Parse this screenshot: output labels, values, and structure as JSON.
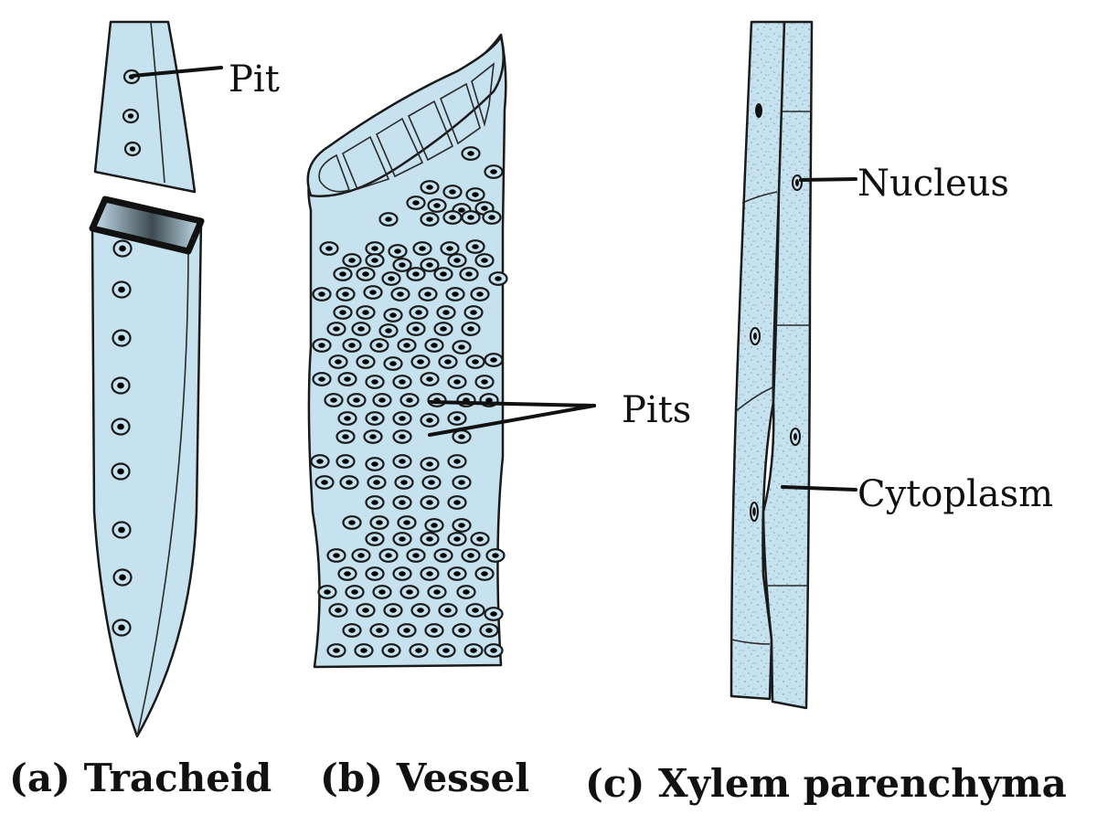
{
  "colors": {
    "cell_fill": "#c6e2ef",
    "outline": "#1a1a1a",
    "pit_ring": "#1a1a1a",
    "pit_center": "#000000",
    "stipple": "#7fa3b8",
    "background": "#ffffff"
  },
  "labels": {
    "pit": "Pit",
    "pits": "Pits",
    "nucleus": "Nucleus",
    "cytoplasm": "Cytoplasm"
  },
  "captions": {
    "tracheid": "(a) Tracheid",
    "vessel": "(b) Vessel",
    "xylem_parenchyma": "(c) Xylem parenchyma"
  }
}
